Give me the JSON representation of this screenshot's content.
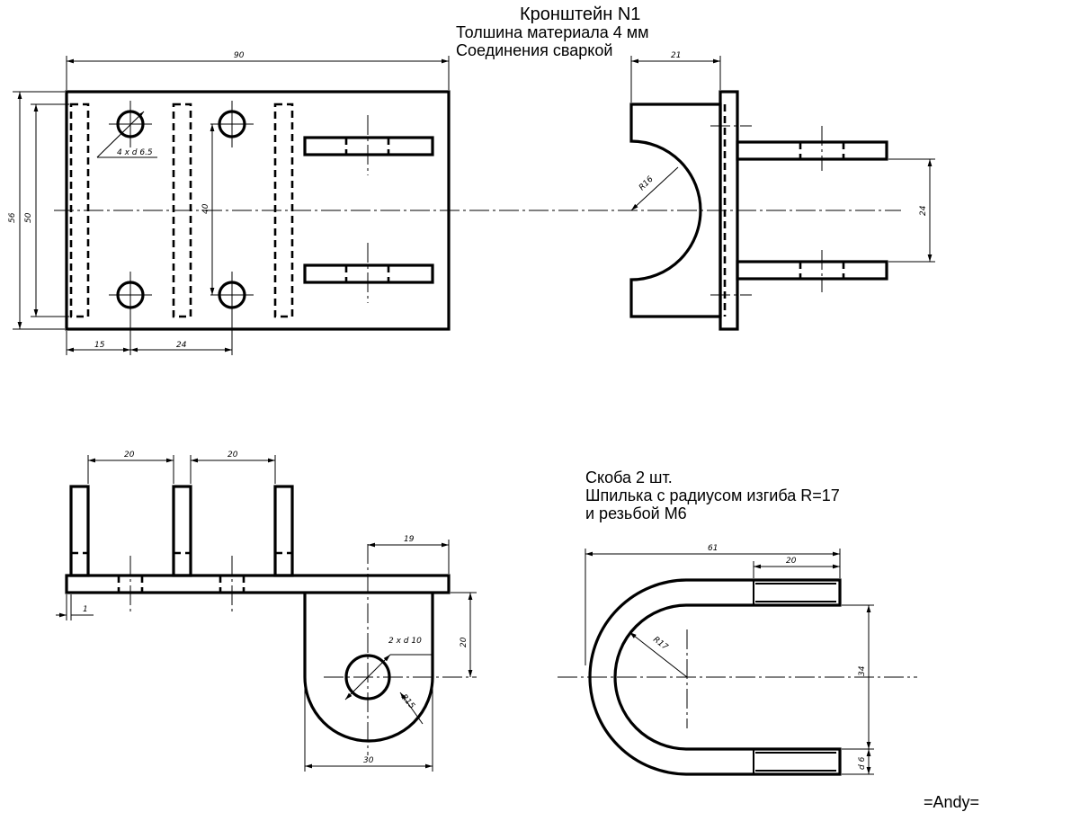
{
  "title": {
    "name": "Кронштейн N1",
    "thickness": "Толшина материала 4 мм",
    "joining": "Соединения сваркой"
  },
  "plan_view": {
    "dims": {
      "width": "90",
      "height_outer": "56",
      "height_inner": "50",
      "hole_spacing_v": "40",
      "hole_offset": "15",
      "hole_spacing_h": "24",
      "holes": "4 x d 6.5"
    }
  },
  "side_view": {
    "dims": {
      "depth": "21",
      "radius": "R16",
      "stud_spacing": "24"
    }
  },
  "front_view": {
    "dims": {
      "gap_left": "20",
      "gap_right": "20",
      "thickness": "1",
      "lug_offset": "19",
      "lug_height": "20",
      "holes": "2 x d 10",
      "radius": "R15",
      "lug_width": "30"
    }
  },
  "clamp": {
    "notes": {
      "line1": "Скоба 2 шт.",
      "line2": "Шпилька с радиусом изгиба R=17",
      "line3": "и резьбой M6"
    },
    "dims": {
      "length": "61",
      "thread": "20",
      "radius": "R17",
      "height": "34",
      "diameter": "d 6"
    }
  },
  "author": "=Andy="
}
